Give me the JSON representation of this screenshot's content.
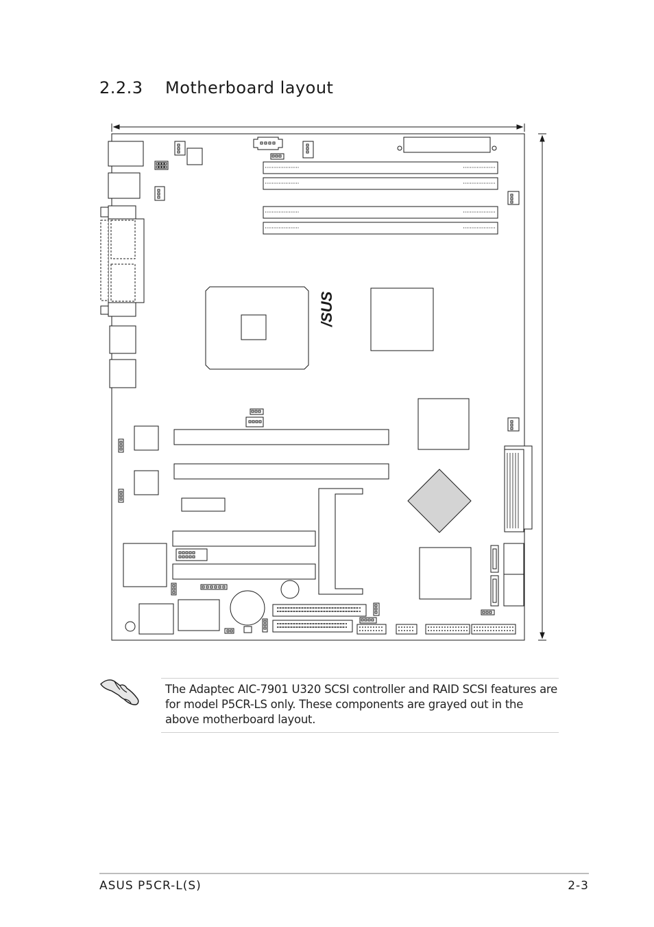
{
  "section": {
    "number": "2.2.3",
    "title": "Motherboard layout"
  },
  "board": {
    "logo": "/SUS",
    "colors": {
      "line": "#1a1a1a",
      "greyed": "#d4d4d4"
    }
  },
  "note": {
    "icon": "pointing-hand-icon",
    "text": "The Adaptec AIC-7901 U320 SCSI controller and RAID SCSI features are for model P5CR-LS only. These components are grayed out in the above motherboard layout."
  },
  "footer": {
    "product": "ASUS P5CR-L(S)",
    "page": "2-3"
  }
}
